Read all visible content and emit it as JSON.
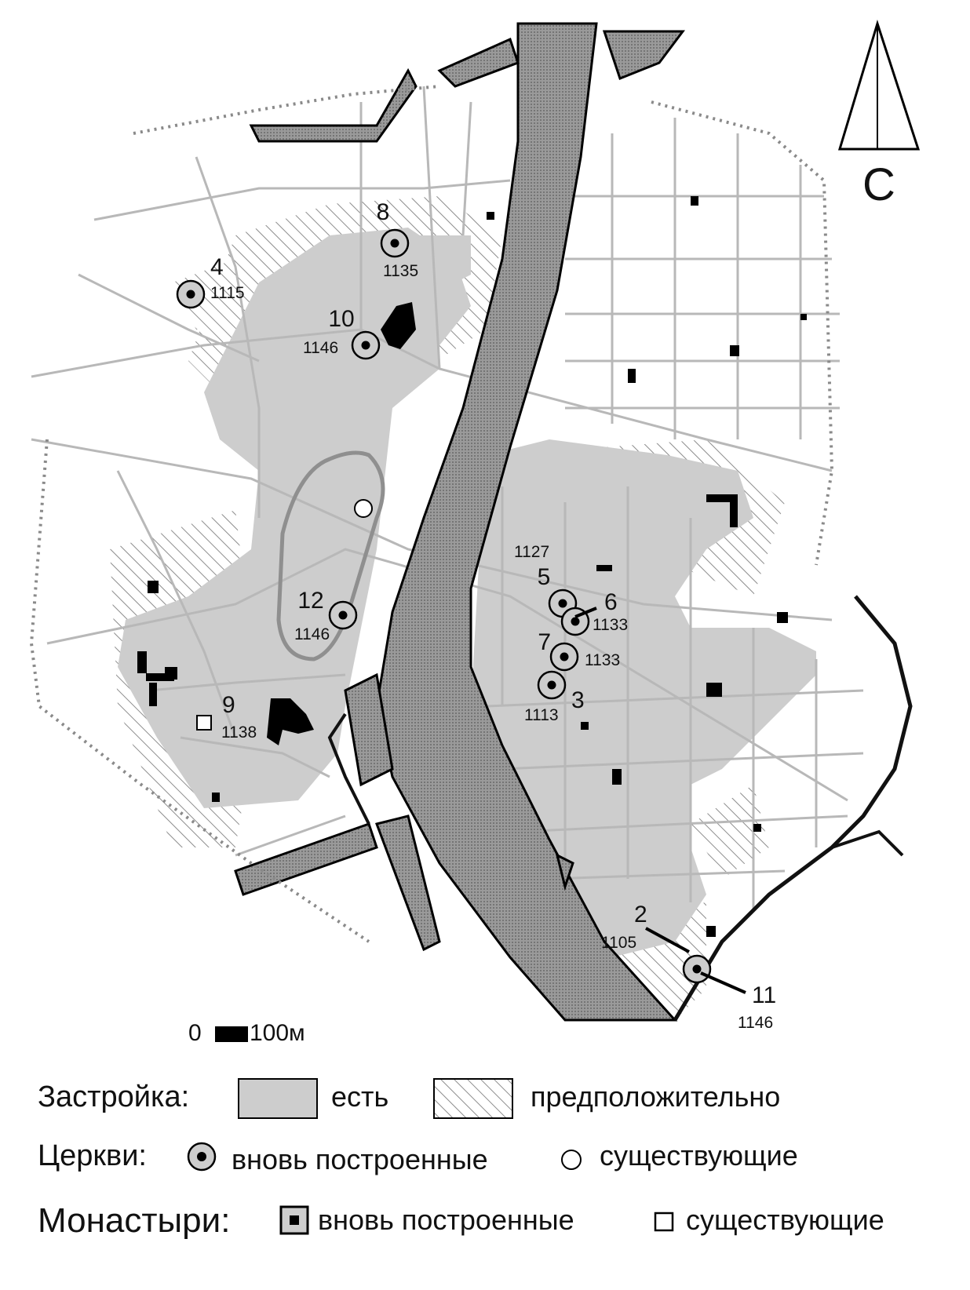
{
  "compass": {
    "label": "С",
    "icon": "north-arrow-icon"
  },
  "scale_bar": {
    "start": "0",
    "end": "100м"
  },
  "map_labels": [
    {
      "id": "4",
      "number": "4",
      "year": "1115",
      "kind": "church-new"
    },
    {
      "id": "8",
      "number": "8",
      "year": "1135",
      "kind": "church-new"
    },
    {
      "id": "10",
      "number": "10",
      "year": "1146",
      "kind": "church-new"
    },
    {
      "id": "12",
      "number": "12",
      "year": "1146",
      "kind": "church-new"
    },
    {
      "id": "9",
      "number": "9",
      "year": "1138",
      "kind": "monastery-existing"
    },
    {
      "id": "5",
      "number": "5",
      "year": "1127",
      "kind": "church-new"
    },
    {
      "id": "6",
      "number": "6",
      "year": "1133",
      "kind": "church-new"
    },
    {
      "id": "7",
      "number": "7",
      "year": "1133",
      "kind": "church-new"
    },
    {
      "id": "3",
      "number": "3",
      "year": "1113",
      "kind": "church-new"
    },
    {
      "id": "2",
      "number": "2",
      "year": "1105",
      "kind": "church-new"
    },
    {
      "id": "11",
      "number": "11",
      "year": "1146",
      "kind": "church-new"
    }
  ],
  "legend": {
    "building": {
      "title": "Застройка:",
      "present": "есть",
      "presumed": "предположительно"
    },
    "churches": {
      "title": "Церкви:",
      "new": "вновь построенные",
      "existing": "существующие"
    },
    "monasteries": {
      "title": "Монастыри:",
      "new": "вновь построенные",
      "existing": "существующие"
    }
  },
  "colors": {
    "built_area": "#cdcdcd",
    "river": "#8a8a8a",
    "streets": "#b8b8b8",
    "buildings": "#000000"
  }
}
